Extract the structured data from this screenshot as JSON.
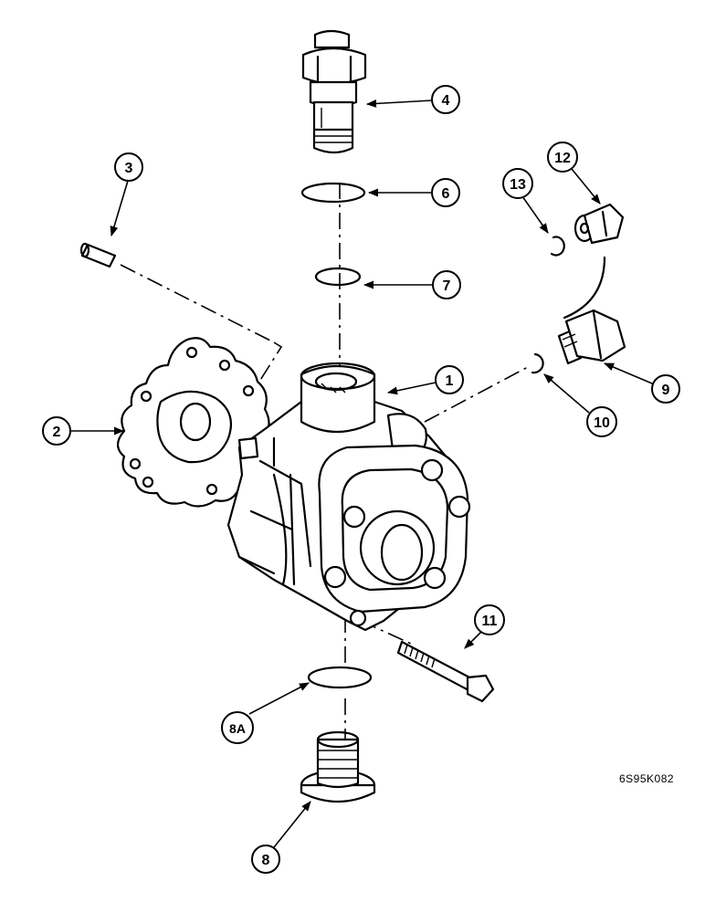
{
  "figure_ref": "6S95K082",
  "callouts": {
    "c1": "1",
    "c2": "2",
    "c3": "3",
    "c4": "4",
    "c6": "6",
    "c7": "7",
    "c8": "8",
    "c8a": "8A",
    "c9": "9",
    "c10": "10",
    "c11": "11",
    "c12": "12",
    "c13": "13"
  }
}
